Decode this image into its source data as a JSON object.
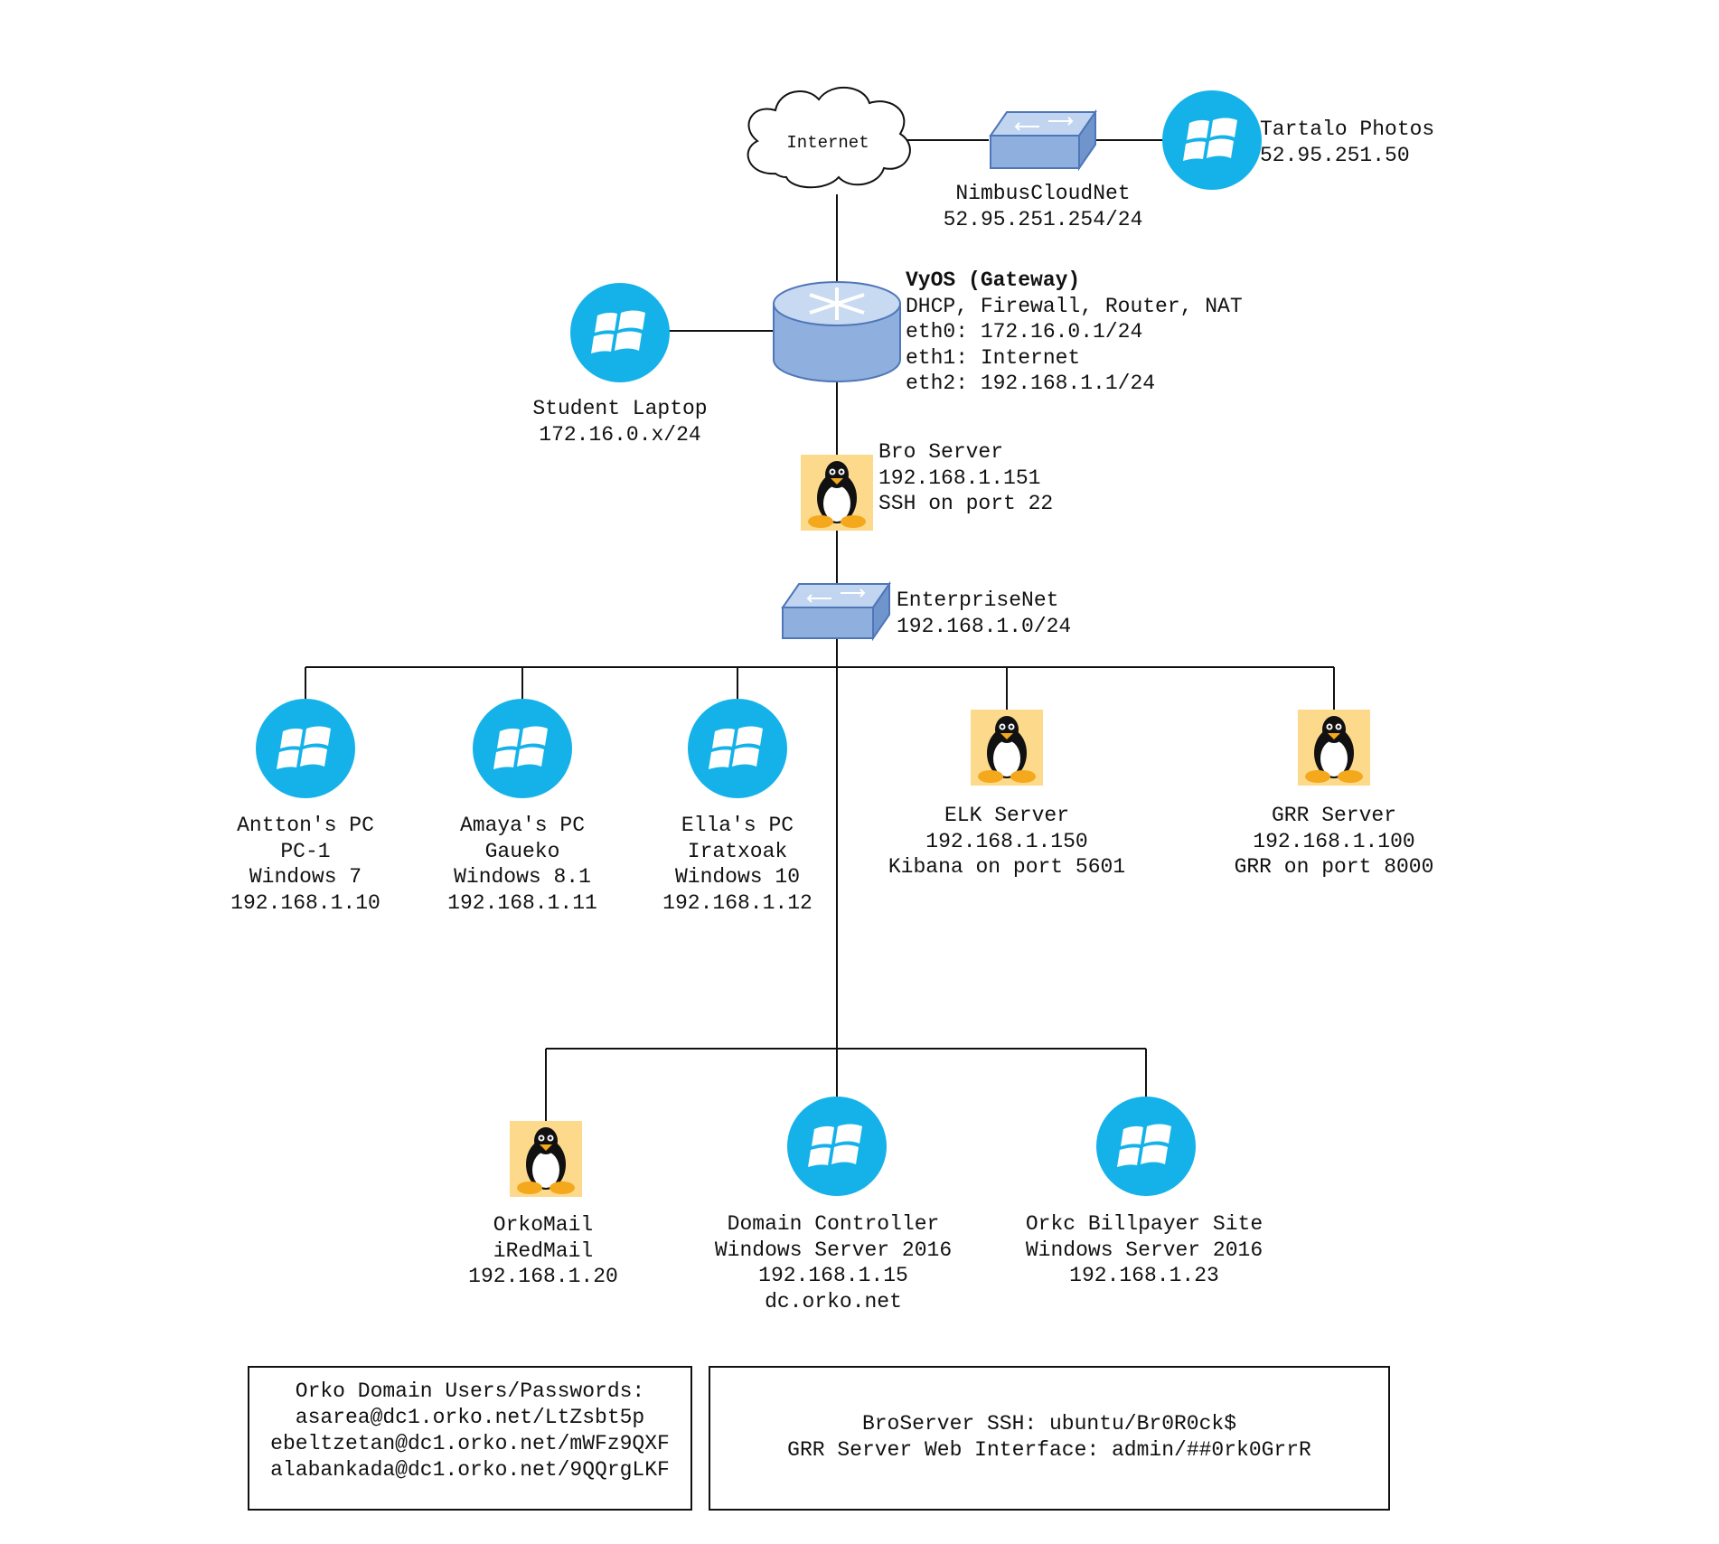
{
  "internet": {
    "label": "Internet"
  },
  "nimbus": {
    "lines": [
      "NimbusCloudNet",
      "52.95.251.254/24"
    ]
  },
  "tartalo": {
    "lines": [
      "Tartalo Photos",
      "52.95.251.50"
    ]
  },
  "gateway": {
    "title": "VyOS (Gateway)",
    "lines": [
      "DHCP, Firewall, Router, NAT",
      "eth0: 172.16.0.1/24",
      "eth1: Internet",
      "eth2: 192.168.1.1/24"
    ]
  },
  "student": {
    "lines": [
      "Student Laptop",
      "172.16.0.x/24"
    ]
  },
  "bro": {
    "lines": [
      "Bro Server",
      "192.168.1.151",
      "SSH on port 22"
    ]
  },
  "enterprise": {
    "lines": [
      "EnterpriseNet",
      "192.168.1.0/24"
    ]
  },
  "antton": {
    "lines": [
      "Antton's PC",
      "PC-1",
      "Windows 7",
      "192.168.1.10"
    ]
  },
  "amaya": {
    "lines": [
      "Amaya's PC",
      "Gaueko",
      "Windows 8.1",
      "192.168.1.11"
    ]
  },
  "ella": {
    "lines": [
      "Ella's PC",
      "Iratxoak",
      "Windows 10",
      "192.168.1.12"
    ]
  },
  "elk": {
    "lines": [
      "ELK Server",
      "192.168.1.150",
      "Kibana on port 5601"
    ]
  },
  "grr": {
    "lines": [
      "GRR Server",
      "192.168.1.100",
      "GRR on port 8000"
    ]
  },
  "orkomail": {
    "lines": [
      "OrkoMail",
      "iRedMail",
      "192.168.1.20"
    ]
  },
  "dc": {
    "lines": [
      "Domain Controller",
      "Windows Server 2016",
      "192.168.1.15",
      "dc.orko.net"
    ]
  },
  "billpayer": {
    "lines": [
      "Orkc Billpayer Site",
      "Windows Server 2016",
      "192.168.1.23"
    ]
  },
  "users_box": {
    "lines": [
      "Orko Domain Users/Passwords:",
      "asarea@dc1.orko.net/LtZsbt5p",
      "ebeltzetan@dc1.orko.net/mWFz9QXF",
      "alabankada@dc1.orko.net/9QQrgLKF"
    ]
  },
  "creds_box": {
    "lines": [
      "BroServer SSH: ubuntu/Br0R0ck$",
      "GRR Server Web Interface: admin/##0rk0GrrR"
    ]
  },
  "colors": {
    "windows_blue": "#15b2ea",
    "linux_yellow": "#fcd98b",
    "device_blue": "#9bb7e0"
  }
}
